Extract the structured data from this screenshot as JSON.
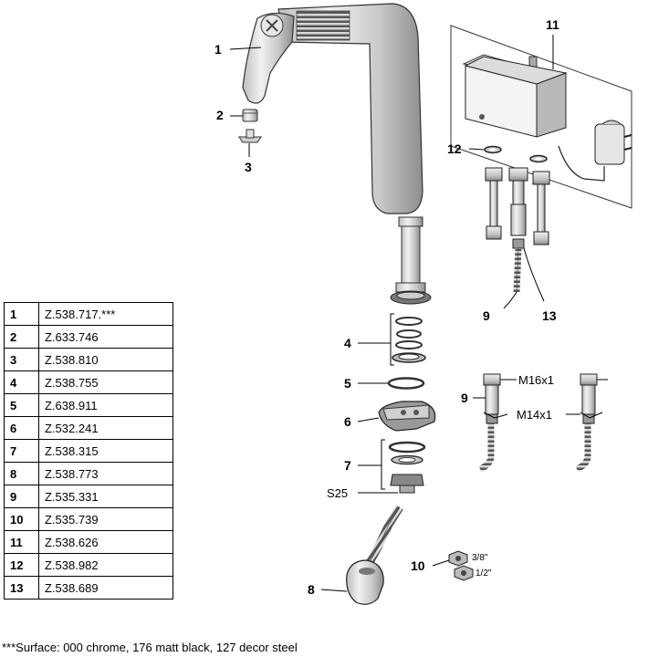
{
  "callouts": {
    "c1": "1",
    "c2": "2",
    "c3": "3",
    "c4": "4",
    "c5": "5",
    "c6": "6",
    "c7": "7",
    "c8": "8",
    "c9a": "9",
    "c9b": "9",
    "c10": "10",
    "c11": "11",
    "c12": "12",
    "c13": "13",
    "s25": "S25"
  },
  "threads": {
    "m16": "M16x1",
    "m14": "M14x1"
  },
  "fractions": {
    "three_eighths": "3/8\"",
    "one_half": "1/2\""
  },
  "parts": [
    {
      "num": "1",
      "code": "Z.538.717.***"
    },
    {
      "num": "2",
      "code": "Z.633.746"
    },
    {
      "num": "3",
      "code": "Z.538.810"
    },
    {
      "num": "4",
      "code": "Z.538.755"
    },
    {
      "num": "5",
      "code": "Z.638.911"
    },
    {
      "num": "6",
      "code": "Z.532.241"
    },
    {
      "num": "7",
      "code": "Z.538.315"
    },
    {
      "num": "8",
      "code": "Z.538.773"
    },
    {
      "num": "9",
      "code": "Z.535.331"
    },
    {
      "num": "10",
      "code": "Z.535.739"
    },
    {
      "num": "11",
      "code": "Z.538.626"
    },
    {
      "num": "12",
      "code": "Z.538.982"
    },
    {
      "num": "13",
      "code": "Z.538.689"
    }
  ],
  "footnote": "***Surface: 000 chrome, 176 matt black, 127 decor steel"
}
